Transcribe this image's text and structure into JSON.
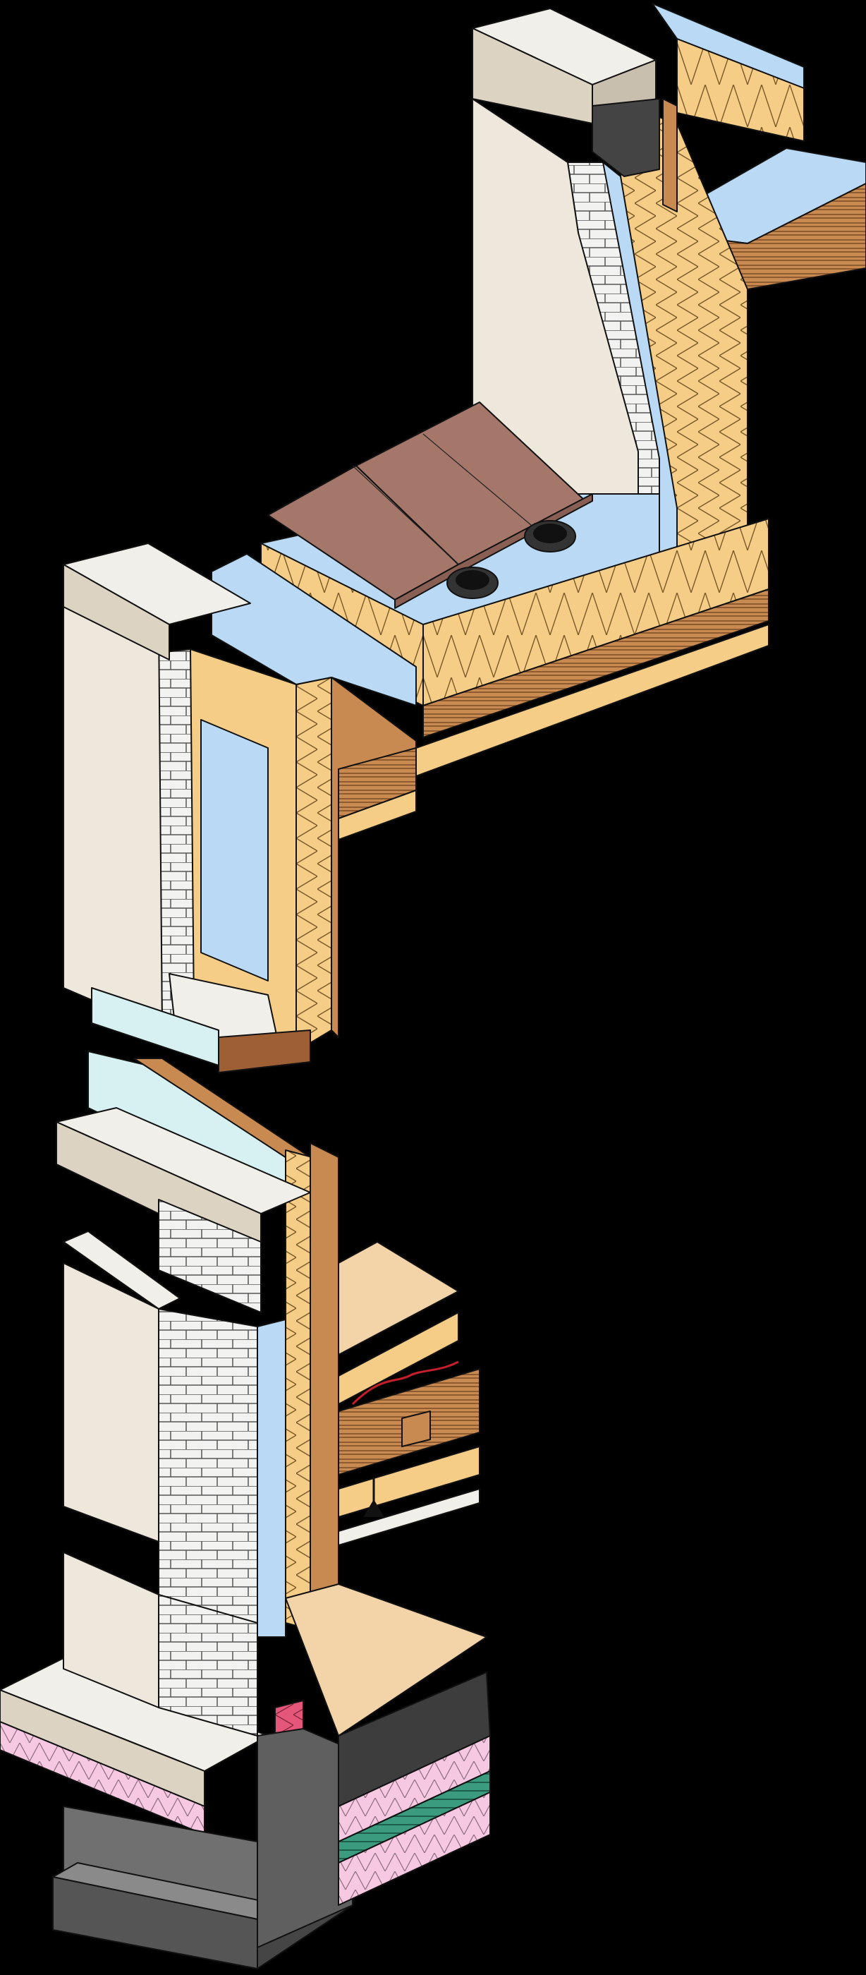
{
  "diagram": {
    "kind": "isometric exploded wall section",
    "background": "#000000",
    "palette": {
      "stone_light": "#ede7dc",
      "stone_side": "#dcd3c3",
      "stone_top": "#f1efe9",
      "brick": "#f2f2f0",
      "board_blue": "#b9d9f4",
      "insulation": "#f5cd86",
      "insulation_dark": "#e8b56a",
      "timber": "#c98a52",
      "timber_dark": "#9e5f34",
      "paver": "#a5776a",
      "paver_side": "#8a5f53",
      "glass": "#d7f1f3",
      "plywood": "#f2d4a8",
      "concrete": "#707070",
      "concrete_dark": "#555555",
      "xps_pink": "#f6c8e2",
      "membrane_green": "#3a9b7e",
      "red_insul": "#e4577a",
      "pipe_red": "#c61e2b"
    },
    "components": [
      {
        "id": "parapet-coping",
        "icon": "coping-stone"
      },
      {
        "id": "parapet-wall",
        "icon": "stone-cladding"
      },
      {
        "id": "roof-terrace-pavers",
        "icon": "paver-slab"
      },
      {
        "id": "roof-drains",
        "icon": "drain-outlet",
        "count": 2
      },
      {
        "id": "upper-window",
        "icon": "window-frame"
      },
      {
        "id": "lower-window-sill",
        "icon": "window-sill"
      },
      {
        "id": "intermediate-floor",
        "icon": "timber-floor"
      },
      {
        "id": "underfloor-heating",
        "icon": "heating-pipe"
      },
      {
        "id": "plinth-ledge",
        "icon": "stone-ledge"
      },
      {
        "id": "ground-floor-slab",
        "icon": "floor-slab"
      },
      {
        "id": "foundation",
        "icon": "concrete-footing"
      }
    ]
  }
}
